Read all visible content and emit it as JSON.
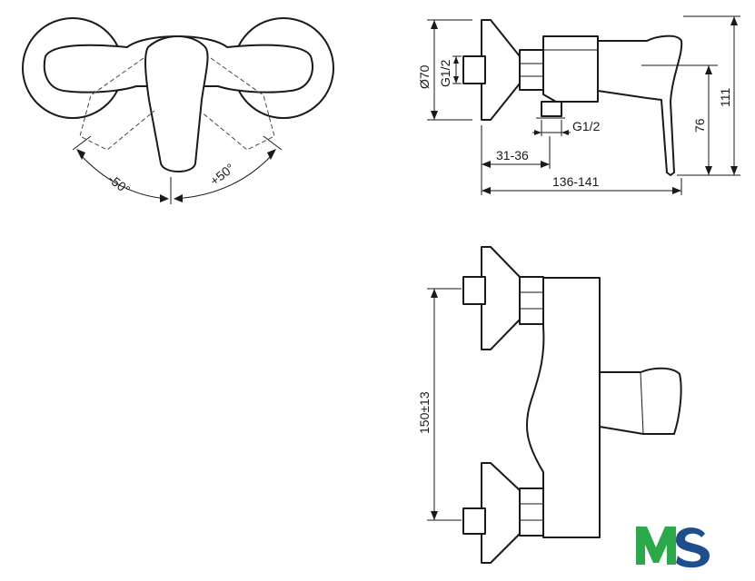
{
  "dimensions": {
    "rotation_left": "-50°",
    "rotation_right": "+50°",
    "diameter": "Ø70",
    "thread_inlet": "G1/2",
    "thread_outlet": "G1/2",
    "wall_offset": "31-36",
    "total_depth": "136-141",
    "height_outlet": "76",
    "height_total": "111",
    "center_distance": "150±13"
  },
  "logo": {
    "text": "MS",
    "color_m": "#2aa84a",
    "color_s": "#1f4e8c"
  }
}
